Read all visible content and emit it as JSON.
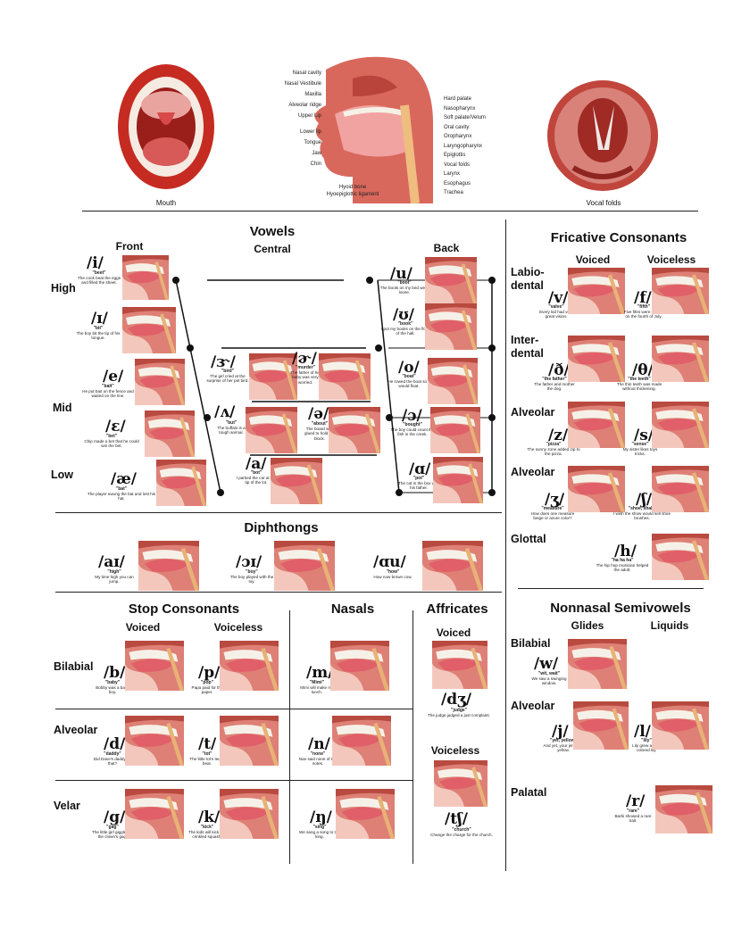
{
  "top": {
    "mouth": "Mouth",
    "vocal_folds": "Vocal folds",
    "anatomy_left": [
      "Nasal cavity",
      "Nasal Vestibule",
      "Maxilla",
      "Alveolar ridge",
      "Upper Lip",
      "Lower lip",
      "Tongue",
      "Jaw",
      "Chin"
    ],
    "anatomy_right": [
      "Hard palate",
      "Nasopharynx",
      "Soft palate/Velum",
      "Oral cavity",
      "Oropharynx",
      "Laryngopharynx",
      "Epiglottis",
      "Vocal folds",
      "Larynx",
      "Esophagus",
      "Trachea"
    ],
    "anatomy_bottom": [
      "Hyoid bone",
      "Hyoepiglottic ligament"
    ]
  },
  "vowels": {
    "title": "Vowels",
    "front": "Front",
    "central": "Central",
    "back": "Back",
    "high": "High",
    "mid": "Mid",
    "low": "Low",
    "items": [
      {
        "sym": "/i/",
        "word": "\"beet\"",
        "cap": "The cook beat the eggs and filled the sheet."
      },
      {
        "sym": "/ɪ/",
        "word": "\"bit\"",
        "cap": "The boy bit the tip of his tongue."
      },
      {
        "sym": "/e/",
        "word": "\"bait\"",
        "cap": "He put bait on the fence and waited on the line."
      },
      {
        "sym": "/ɛ/",
        "word": "\"bet\"",
        "cap": "Chip made a bet that he could win the bet."
      },
      {
        "sym": "/æ/",
        "word": "\"bat\"",
        "cap": "The player swung the bat and lost his hat."
      },
      {
        "sym": "/ɝ/",
        "word": "\"bird\"",
        "cap": "The girl cried at the surprise of her pet bird."
      },
      {
        "sym": "/ɚ/",
        "word": "\"murder\"",
        "cap": "The father of his baby was very worried."
      },
      {
        "sym": "/ʌ/",
        "word": "\"but\"",
        "cap": "The buffalo is a tough animal."
      },
      {
        "sym": "/ə/",
        "word": "\"about\"",
        "cap": "The board was glued to hold the block."
      },
      {
        "sym": "/a/",
        "word": "\"bot\"",
        "cap": "I parked the car at the tip of the lot."
      },
      {
        "sym": "/u/",
        "word": "\"boot\"",
        "cap": "The boots on my bed were loose."
      },
      {
        "sym": "/ʊ/",
        "word": "\"book\"",
        "cap": "I put my books on the floor of the hall."
      },
      {
        "sym": "/o/",
        "word": "\"boat\"",
        "cap": "He rowed the boat so it would float."
      },
      {
        "sym": "/ɔ/",
        "word": "\"bought\"",
        "cap": "The boy could count the fish in the creek."
      },
      {
        "sym": "/ɑ/",
        "word": "\"pot\"",
        "cap": "The cat in the box was his father."
      }
    ]
  },
  "diphthongs": {
    "title": "Diphthongs",
    "items": [
      {
        "sym": "/aɪ/",
        "word": "\"high\"",
        "cap": "My time high you can jump."
      },
      {
        "sym": "/ɔɪ/",
        "word": "\"boy\"",
        "cap": "The boy played with the toy."
      },
      {
        "sym": "/ɑu/",
        "word": "\"how\"",
        "cap": "How now brown cow."
      }
    ]
  },
  "stops": {
    "title": "Stop Consonants",
    "voiced": "Voiced",
    "voiceless": "Voiceless",
    "bilabial": "Bilabial",
    "alveolar": "Alveolar",
    "velar": "Velar",
    "items": [
      {
        "sym": "/b/",
        "word": "\"baby\"",
        "cap": "Bobby was a baby boy."
      },
      {
        "sym": "/p/",
        "word": "\"pop\"",
        "cap": "Papa paid for the paper."
      },
      {
        "sym": "/d/",
        "word": "\"daddy\"",
        "cap": "Did Dave's daddy do that?"
      },
      {
        "sym": "/t/",
        "word": "\"tot\"",
        "cap": "The little tot's teddy bear."
      },
      {
        "sym": "/g/",
        "word": "\"gag\"",
        "cap": "The little girl giggled at the clown's gag."
      },
      {
        "sym": "/k/",
        "word": "\"kick\"",
        "cap": "The kids will kick the crinkled squash."
      }
    ]
  },
  "nasals": {
    "title": "Nasals",
    "items": [
      {
        "sym": "/m/",
        "word": "\"Mimi\"",
        "cap": "Mimi will make me lunch."
      },
      {
        "sym": "/n/",
        "word": "\"none\"",
        "cap": "Nan said none of the notes."
      },
      {
        "sym": "/ŋ/",
        "word": "\"sing\"",
        "cap": "We sang a song to the king."
      }
    ]
  },
  "affricates": {
    "title": "Affricates",
    "voiced": "Voiced",
    "voiceless": "Voiceless",
    "items": [
      {
        "sym": "/dʒ/",
        "word": "\"judge\"",
        "cap": "The judge judged a just complaint."
      },
      {
        "sym": "/tʃ/",
        "word": "\"church\"",
        "cap": "Change the charge for the church."
      }
    ]
  },
  "fricatives": {
    "title": "Fricative Consonants",
    "voiced": "Voiced",
    "voiceless": "Voiceless",
    "labiodental": "Labio- dental",
    "interdental": "Inter- dental",
    "alveolar1": "Alveolar",
    "alveolar2": "Alveolar",
    "glottal": "Glottal",
    "items": [
      {
        "sym": "/v/",
        "word": "\"valve\"",
        "cap": "Every kid had very great vision."
      },
      {
        "sym": "/f/",
        "word": "\"fifth\"",
        "cap": "Five fifes were played on the fourth of July."
      },
      {
        "sym": "/ð/",
        "word": "\"the father\"",
        "cap": "The father and mother the dog."
      },
      {
        "sym": "/θ/",
        "word": "\"the teeth\"",
        "cap": "The thin teeth was made without thickening."
      },
      {
        "sym": "/z/",
        "word": "\"pizza\"",
        "cap": "The sunny zone added zip to the pizza."
      },
      {
        "sym": "/s/",
        "word": "\"sense\"",
        "cap": "My sister likes toys tricks."
      },
      {
        "sym": "/ʒ/",
        "word": "\"measure\"",
        "cap": "How does one measure beige or azure color?"
      },
      {
        "sym": "/ʃ/",
        "word": "\"shoe, shall\"",
        "cap": "I wish the show would sell shoe brushes."
      },
      {
        "sym": "/h/",
        "word": "\"ha ha ha\"",
        "cap": "The hip hop musician helped the adult."
      }
    ]
  },
  "semivowels": {
    "title": "Nonnasal Semivowels",
    "glides": "Glides",
    "liquids": "Liquids",
    "bilabial": "Bilabial",
    "alveolar": "Alveolar",
    "palatal": "Palatal",
    "items": [
      {
        "sym": "/w/",
        "word": "\"wit, wait\"",
        "cap": "We saw a swinging window."
      },
      {
        "sym": "/j/",
        "word": "\"yet, yellow\"",
        "cap": "And yet, your jersey is yellow."
      },
      {
        "sym": "/l/",
        "word": "\"lily\"",
        "cap": "Lily grew a light colored lily."
      },
      {
        "sym": "/r/",
        "word": "\"rare\"",
        "cap": "Barbi showed a rare trait."
      }
    ]
  }
}
